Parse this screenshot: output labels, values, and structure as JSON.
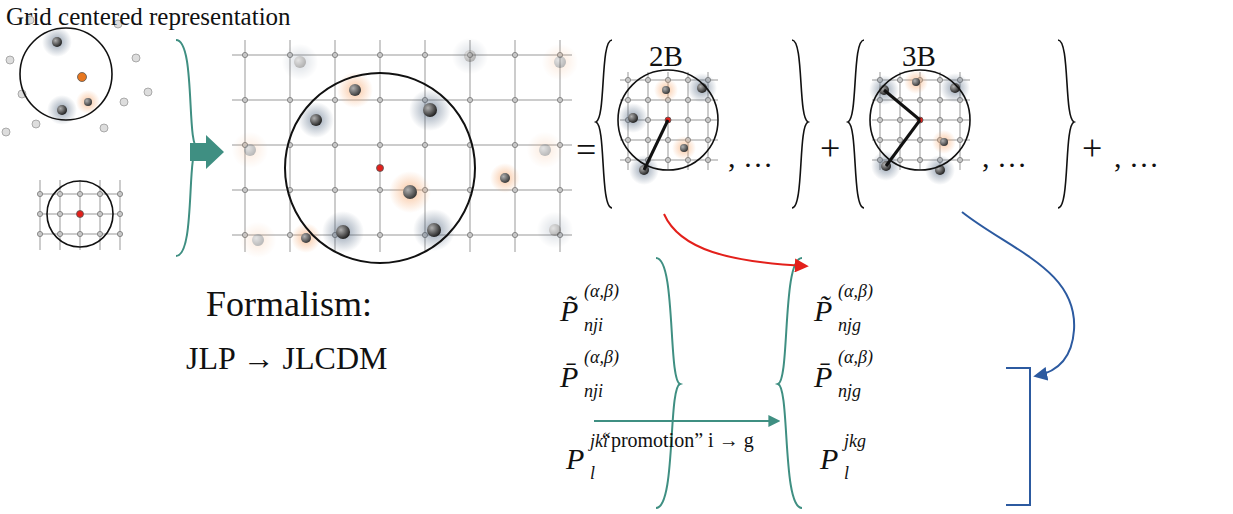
{
  "diagram": {
    "labels": [
      "Grid centered representation",
      "2B",
      "3B",
      "=",
      ", …",
      "+",
      ", …",
      "+",
      ", …",
      "Formalism:",
      "JLP → JLCDM",
      "P̃",
      "(α,β)",
      "nji",
      "P̄",
      "(α,β)",
      "nji",
      "P",
      "jki",
      "l",
      "“promotion” i → g",
      "P̃",
      "(α,β)",
      "njg",
      "P̄",
      "(α,β)",
      "njg",
      "P",
      "jkg",
      "l"
    ]
  }
}
